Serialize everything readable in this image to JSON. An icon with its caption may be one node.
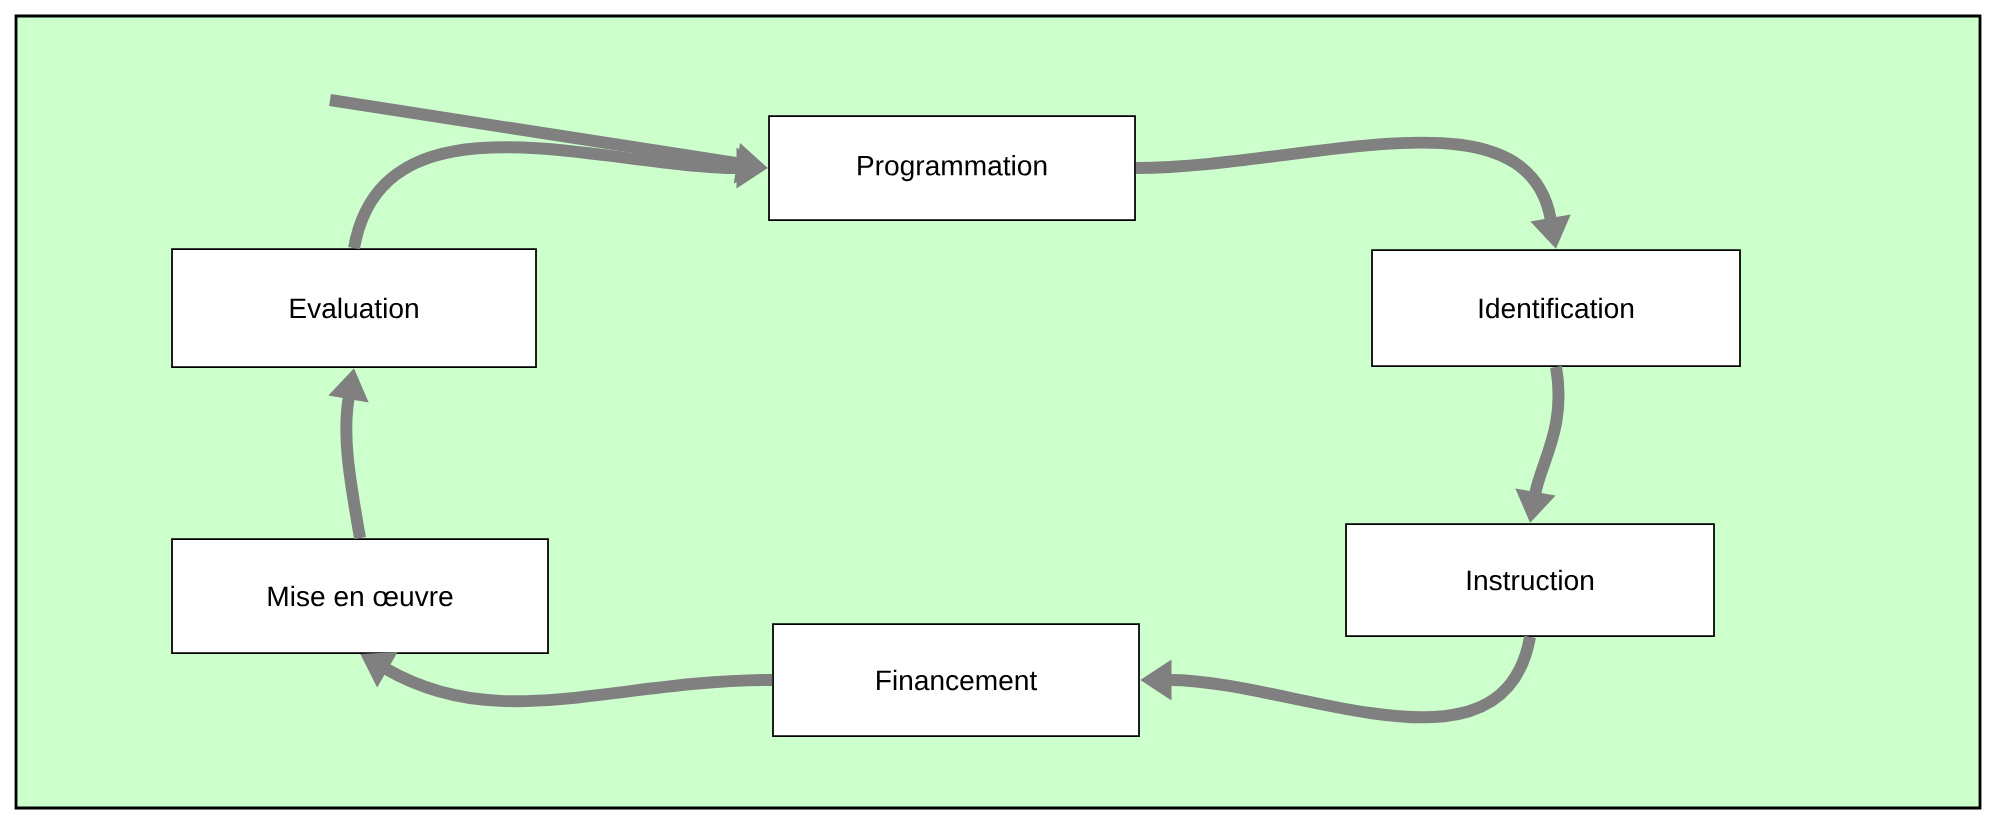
{
  "diagram": {
    "nodes": [
      {
        "text": [
          "Programmation"
        ]
      },
      {
        "text": [
          "Identification"
        ]
      },
      {
        "text": [
          "Instruction"
        ]
      },
      {
        "text": [
          "Financement"
        ]
      },
      {
        "text": [
          "Mise en œuvre"
        ]
      },
      {
        "text": [
          "Evaluation"
        ]
      }
    ],
    "edges": [
      {
        "from": null,
        "to": 0,
        "arrow": "to"
      },
      {
        "from": 0,
        "to": 1,
        "arrow": "to"
      },
      {
        "from": 1,
        "to": 2,
        "arrow": "to"
      },
      {
        "from": 2,
        "to": 3,
        "arrow": "to"
      },
      {
        "from": 3,
        "to": 4,
        "arrow": "to"
      },
      {
        "from": 4,
        "to": 5,
        "arrow": "to"
      },
      {
        "from": 5,
        "to": 0,
        "arrow": "to"
      }
    ]
  }
}
